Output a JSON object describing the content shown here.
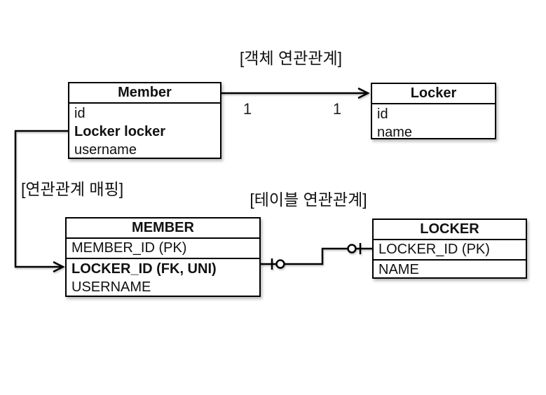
{
  "labels": {
    "object_association": "[객체 연관관계]",
    "table_association": "[테이블 연관관계]",
    "mapping": "[연관관계 매핑]"
  },
  "object_diagram": {
    "member": {
      "title": "Member",
      "fields": [
        "id",
        "Locker locker",
        "username"
      ]
    },
    "locker": {
      "title": "Locker",
      "fields": [
        "id",
        "name"
      ]
    },
    "multiplicity_left": "1",
    "multiplicity_right": "1"
  },
  "table_diagram": {
    "member": {
      "title": "MEMBER",
      "rows": [
        "MEMBER_ID (PK)",
        "LOCKER_ID (FK, UNI)",
        "USERNAME"
      ]
    },
    "locker": {
      "title": "LOCKER",
      "rows": [
        "LOCKER_ID (PK)",
        "NAME"
      ]
    }
  },
  "colors": {
    "line": "#000000",
    "box_fill": "#ffffff",
    "text": "#111111",
    "background": "#ffffff"
  }
}
